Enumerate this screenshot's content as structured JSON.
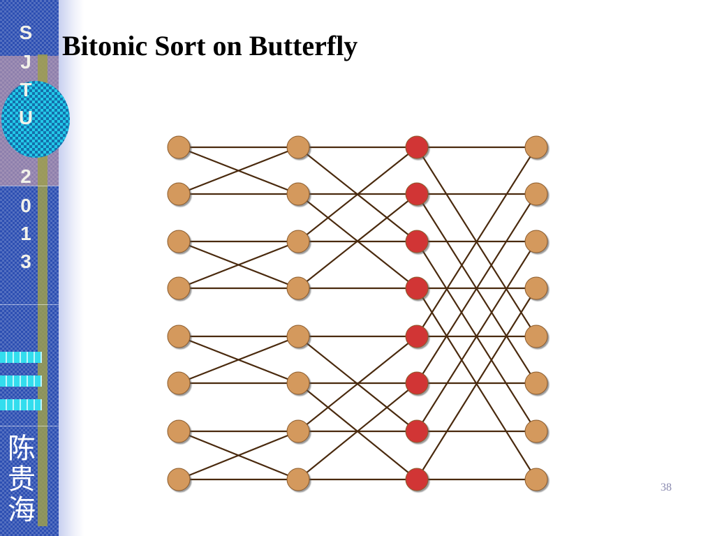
{
  "slide": {
    "title": "Bitonic Sort on Butterfly",
    "page_number": "38"
  },
  "sidebar": {
    "logo_letters": [
      "S",
      "J",
      "T",
      "U"
    ],
    "year_digits": [
      "2",
      "0",
      "1",
      "3"
    ],
    "author_chars": [
      "陈",
      "贵",
      "海"
    ]
  },
  "diagram": {
    "columns": 4,
    "rows": 8,
    "node_fill_default": "#d4995d",
    "node_fill_highlight": "#d13434",
    "node_stroke": "#8a5a2a",
    "edge_color": "#4a2a0e",
    "highlighted_column": 3,
    "stages": [
      {
        "stage": 1,
        "cross_distance": 1
      },
      {
        "stage": 2,
        "cross_distance": 2
      },
      {
        "stage": 3,
        "cross_distance": 4
      }
    ]
  }
}
